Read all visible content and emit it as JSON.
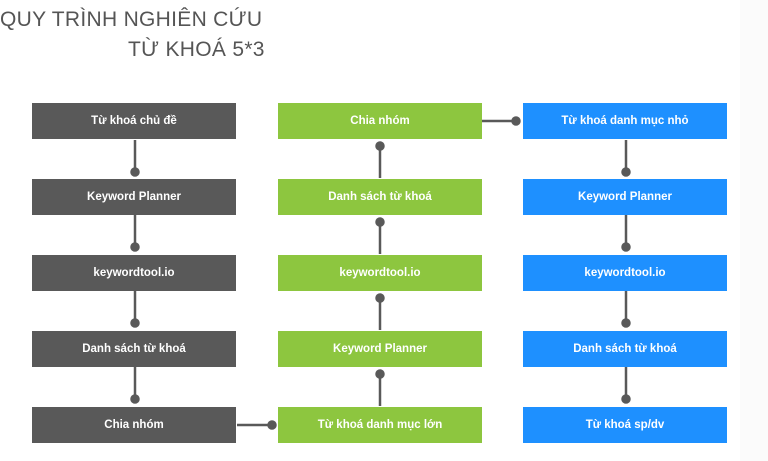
{
  "title": {
    "line1": "QUY TRÌNH NGHIÊN CỨU",
    "line2": "TỪ KHOÁ 5*3"
  },
  "columns": {
    "left": {
      "color": "#595959",
      "nodes": [
        "Từ khoá chủ đề",
        "Keyword Planner",
        "keywordtool.io",
        "Danh sách từ khoá",
        "Chia nhóm"
      ]
    },
    "middle": {
      "color": "#8dc63f",
      "nodes": [
        "Chia nhóm",
        "Danh sách từ khoá",
        "keywordtool.io",
        "Keyword Planner",
        "Từ khoá danh mục lớn"
      ]
    },
    "right": {
      "color": "#1e90ff",
      "nodes": [
        "Từ khoá danh mục nhỏ",
        "Keyword Planner",
        "keywordtool.io",
        "Danh sách từ khoá",
        "Từ khoá sp/dv"
      ]
    }
  },
  "connector_color": "#595959"
}
